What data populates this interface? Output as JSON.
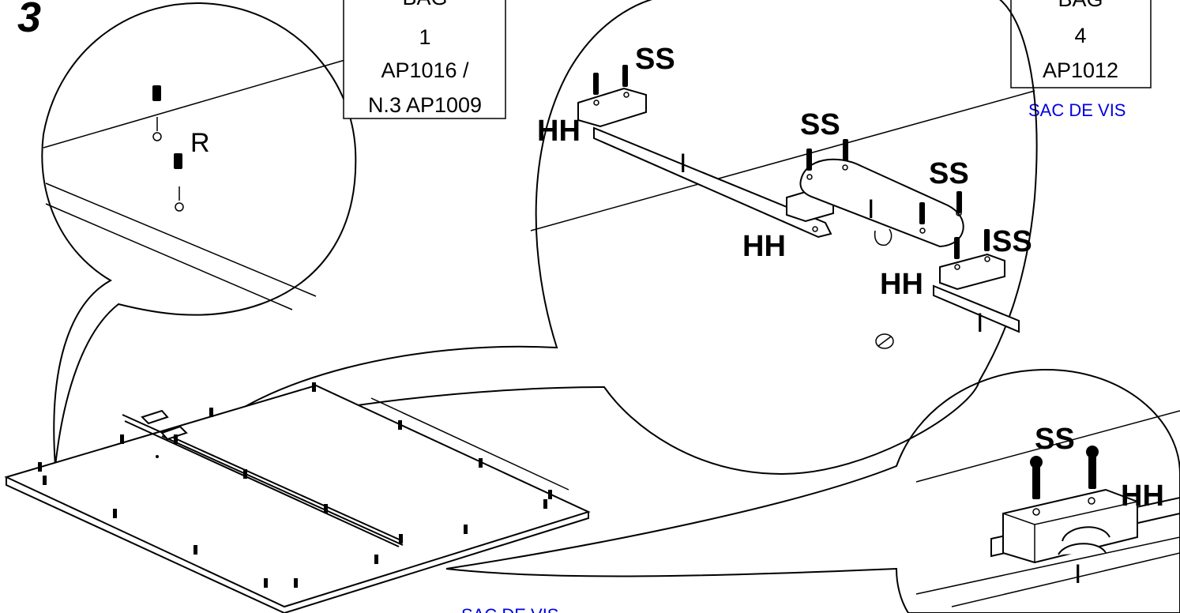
{
  "step_number": "3",
  "bags": [
    {
      "lines": [
        "BAG",
        "1",
        "AP1016 /",
        "N.3 AP1009"
      ]
    },
    {
      "lines": [
        "BAG",
        "4",
        "AP1012"
      ]
    }
  ],
  "sac_de_vis_labels": [
    "SAC DE VIS",
    "SAC DE VIS"
  ],
  "part_labels": {
    "r": "R",
    "ss": "SS",
    "hh": "HH",
    "i": "I"
  }
}
